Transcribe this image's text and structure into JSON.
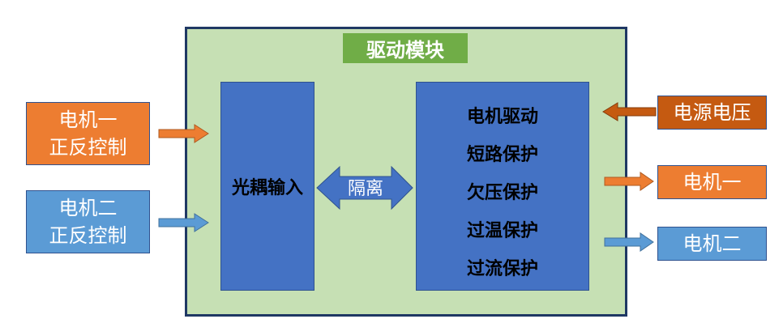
{
  "module": {
    "title": "驱动模块",
    "opto_label": "光耦输入",
    "isolation_label": "隔离",
    "driver_lines": [
      "电机驱动",
      "短路保护",
      "欠压保护",
      "过温保护",
      "过流保护"
    ]
  },
  "inputs": {
    "motor1_control": [
      "电机一",
      "正反控制"
    ],
    "motor2_control": [
      "电机二",
      "正反控制"
    ]
  },
  "right": {
    "power": "电源电压",
    "motor1": "电机一",
    "motor2": "电机二"
  },
  "colors": {
    "module_bg": "#c6e0b4",
    "module_border": "#1f3864",
    "title_bg": "#70ad47",
    "block_blue": "#4472c4",
    "orange": "#ed7d31",
    "light_blue": "#5b9bd5",
    "dark_orange": "#c55a11"
  }
}
